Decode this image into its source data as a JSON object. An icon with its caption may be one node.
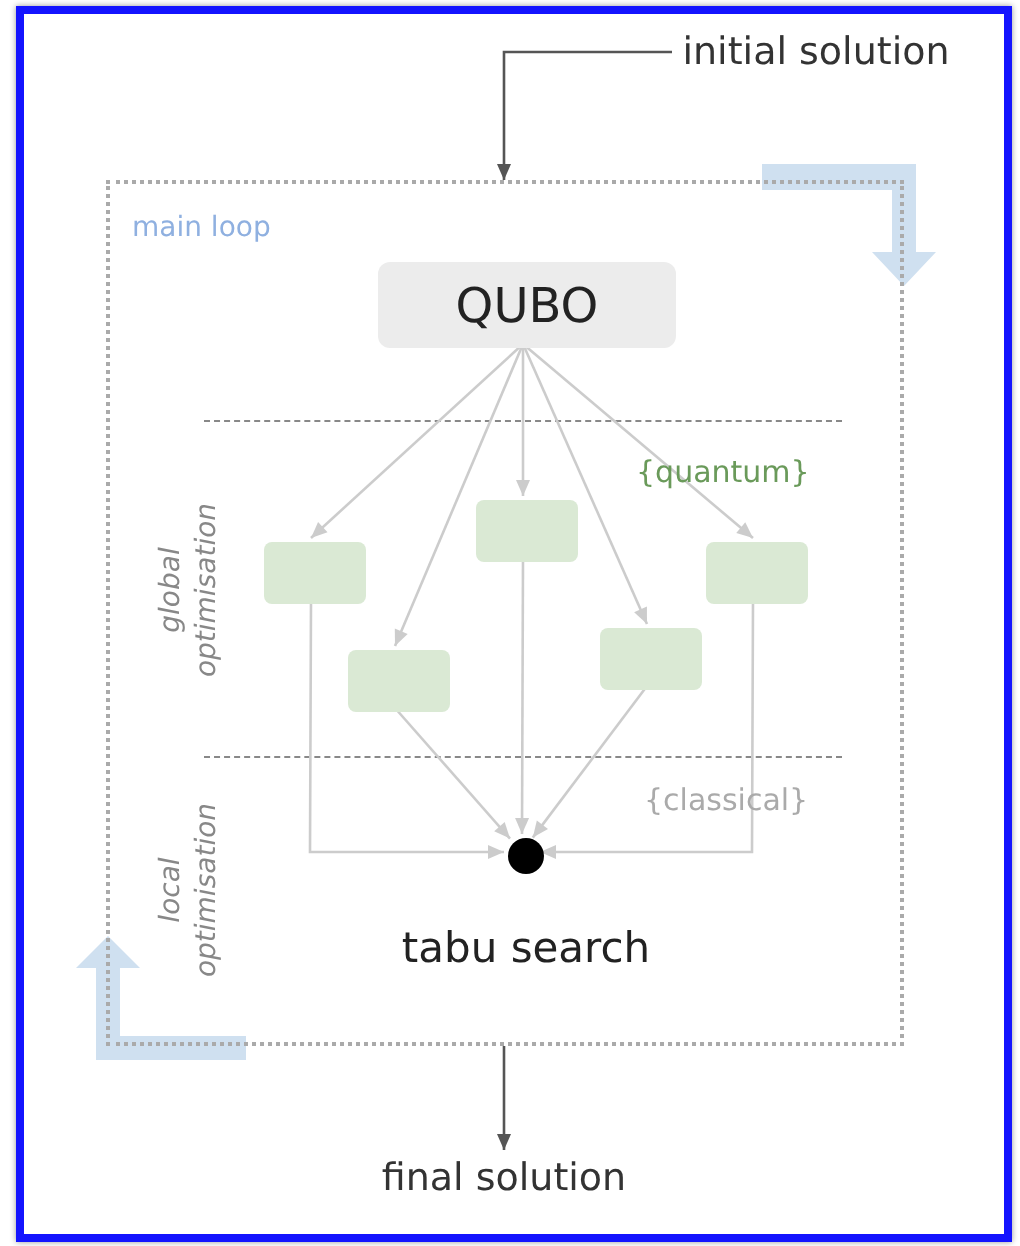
{
  "diagram": {
    "nodes": [
      {
        "text": [
          "initial solution"
        ]
      },
      {
        "text": [
          "main loop"
        ]
      },
      {
        "text": [
          "QUBO"
        ],
        "in": 1
      },
      {
        "text": [],
        "shape": "box",
        "in": 1
      },
      {
        "text": [],
        "shape": "box",
        "in": 1
      },
      {
        "text": [],
        "shape": "box",
        "in": 1
      },
      {
        "text": [],
        "shape": "box",
        "in": 1
      },
      {
        "text": [],
        "shape": "box",
        "in": 1
      },
      {
        "text": [],
        "shape": "circle",
        "in": 1,
        "beside": [
          "tabu search"
        ]
      },
      {
        "text": [
          "final solution"
        ]
      }
    ],
    "edges": [
      {
        "from": 0,
        "to": 1,
        "arrow": "to",
        "color": "#555555"
      },
      {
        "from": 1,
        "to": 9,
        "arrow": "to",
        "color": "#555555"
      },
      {
        "from": 2,
        "to": 3,
        "arrow": "to"
      },
      {
        "from": 2,
        "to": 4,
        "arrow": "to"
      },
      {
        "from": 2,
        "to": 5,
        "arrow": "to"
      },
      {
        "from": 2,
        "to": 6,
        "arrow": "to"
      },
      {
        "from": 2,
        "to": 7,
        "arrow": "to"
      },
      {
        "from": 3,
        "to": 8,
        "arrow": "to"
      },
      {
        "from": 4,
        "to": 8,
        "arrow": "to"
      },
      {
        "from": 5,
        "to": 8,
        "arrow": "to"
      },
      {
        "from": 6,
        "to": 8,
        "arrow": "to"
      },
      {
        "from": 7,
        "to": 8,
        "arrow": "to"
      }
    ],
    "labels": [
      "{quantum}",
      "global optimisation",
      "{classical}",
      "local optimisation"
    ]
  }
}
